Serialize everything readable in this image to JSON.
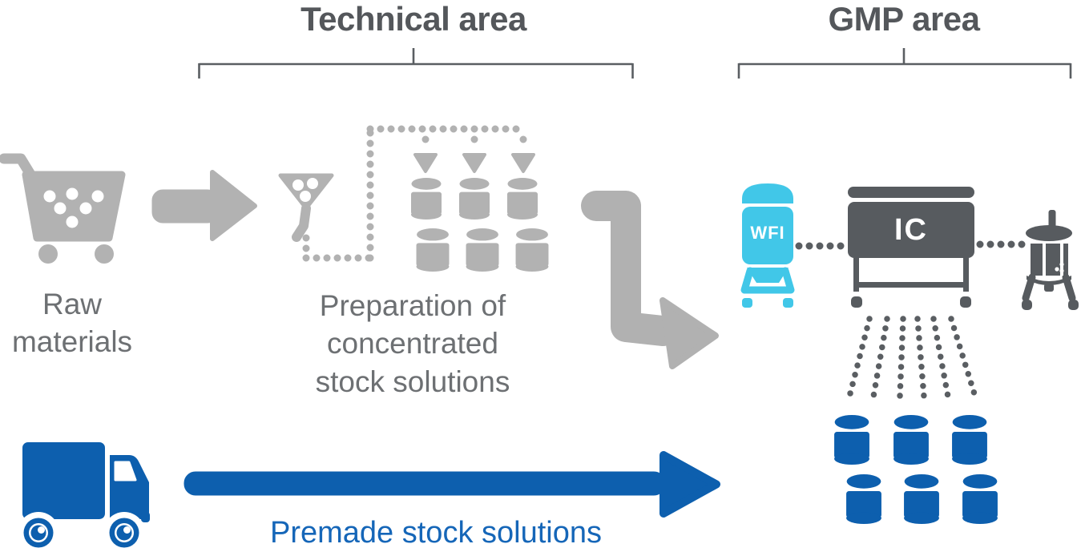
{
  "areas": {
    "technical": {
      "title": "Technical area"
    },
    "gmp": {
      "title": "GMP area"
    }
  },
  "labels": {
    "raw_materials": "Raw\nmaterials",
    "preparation": "Preparation of\nconcentrated\nstock solutions",
    "premade": "Premade stock solutions"
  },
  "equipment": {
    "wfi_tank_label": "WFI",
    "ic_unit_label": "IC"
  },
  "icons": {
    "cart": "shopping-cart-icon",
    "arrow_right": "arrow-right-icon",
    "funnel": "funnel-icon",
    "dotted_transfer_path": "dotted-path-with-arrows",
    "gray_drums": "stock-solution-drum-icons",
    "bent_arrow": "bent-arrow-down-right-icon",
    "wfi_tank": "wfi-tank-icon",
    "ic_unit": "inline-conditioning-unit-icon",
    "bioreactor": "bioreactor-icon",
    "spray": "dotted-spray-fan",
    "blue_drums": "premade-stock-drum-icons",
    "truck": "delivery-truck-icon",
    "premade_arrow": "arrow-right-icon"
  },
  "colors": {
    "light_gray": "#b2b2b2",
    "dark_gray": "#575b5f",
    "title_gray": "#54575b",
    "label_gray": "#6d7073",
    "blue": "#0d5fae",
    "blue_text": "#1566b8",
    "cyan": "#41c7e8",
    "background": "#ffffff"
  }
}
